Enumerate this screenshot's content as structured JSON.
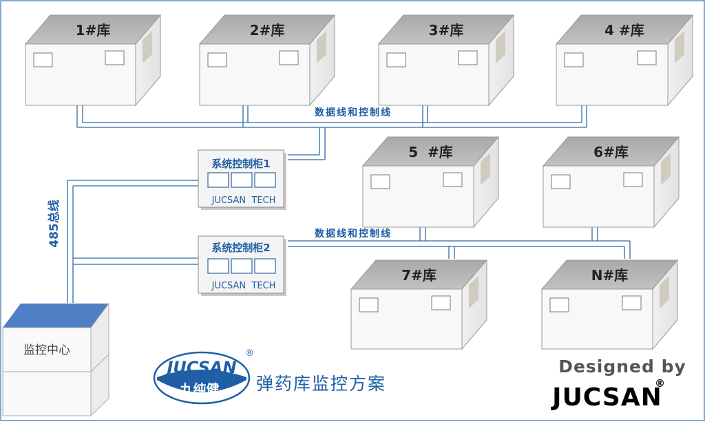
{
  "warehouses": [
    {
      "label": "1#库"
    },
    {
      "label": "2#库"
    },
    {
      "label": "3#库"
    },
    {
      "label": "4 #库"
    },
    {
      "label": "5  #库"
    },
    {
      "label": "6#库"
    },
    {
      "label": "7#库"
    },
    {
      "label": "N#库"
    }
  ],
  "links": {
    "upper_bus_label": "数据线和控制线",
    "lower_bus_label": "数据线和控制线",
    "bus_485_label": "485总线"
  },
  "cabinets": [
    {
      "title": "系统控制柜1",
      "brand": "JUCSAN  TECH"
    },
    {
      "title": "系统控制柜2",
      "brand": "JUCSAN  TECH"
    }
  ],
  "monitor_center": {
    "label": "监控中心"
  },
  "logo": {
    "word": "JUCSAN",
    "cn": "九纯健",
    "reg": "®"
  },
  "scheme_title": "弹药库监控方案",
  "designed_by": {
    "line1": "Designed by",
    "brand": "JUCSAN",
    "reg": "®"
  },
  "colors": {
    "pipe": "#2e6aa8",
    "box_top": "#b4b4b4",
    "box_face": "#f7f7f7",
    "accent_blue": "#1f5fa6",
    "monitor_top": "#4f7fc4"
  }
}
